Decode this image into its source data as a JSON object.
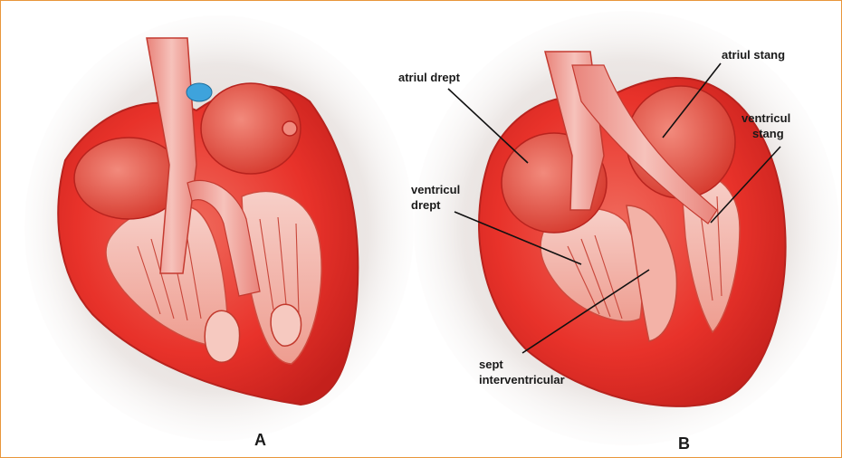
{
  "panels": [
    {
      "id": "A",
      "label": "A"
    },
    {
      "id": "B",
      "label": "B"
    }
  ],
  "labels": {
    "right_atrium": "atriul drept",
    "left_atrium": "atriul stang",
    "left_ventricle_line1": "ventricul",
    "left_ventricle_line2": "stang",
    "right_ventricle_line1": "ventricul",
    "right_ventricle_line2": "drept",
    "septum_line1": "sept",
    "septum_line2": "interventricular"
  },
  "colors": {
    "frame_border": "#e8963a",
    "heart_red": "#e8322a",
    "heart_dark": "#c4201c",
    "muscle_pink": "#f0a9a0",
    "vessel_blue": "#3ea3dc",
    "shading_gray": "#b9aca6"
  }
}
